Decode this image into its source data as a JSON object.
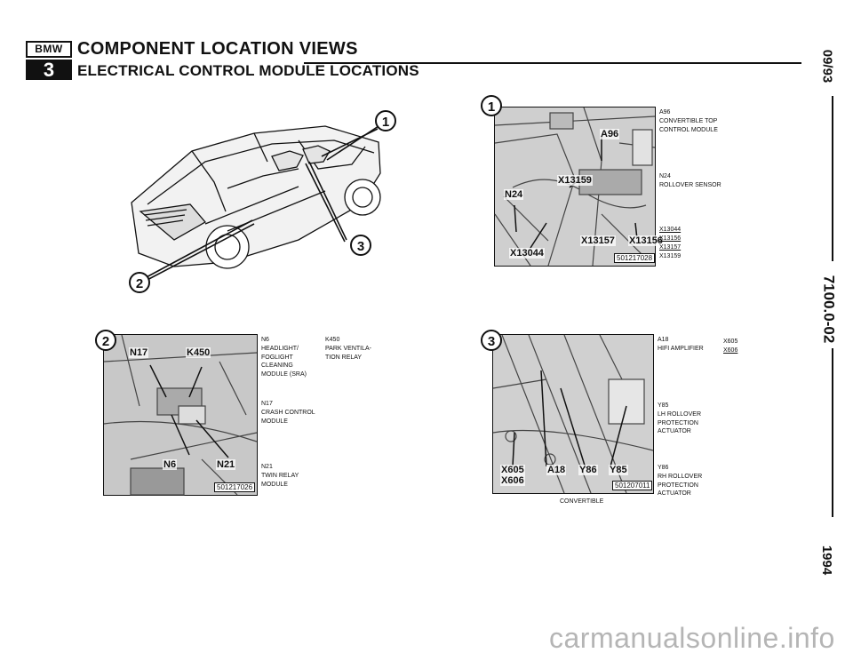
{
  "header": {
    "logo_top": "BMW",
    "logo_bottom": "3",
    "title": "COMPONENT LOCATION VIEWS",
    "subtitle": "ELECTRICAL CONTROL MODULE LOCATIONS"
  },
  "side": {
    "date": "09/93",
    "section": "7100.0-02",
    "year": "1994"
  },
  "car_view": {
    "callouts": [
      "1",
      "2",
      "3"
    ]
  },
  "panel1": {
    "callout": "1",
    "labels": [
      "A96",
      "X13159",
      "N24",
      "X13157",
      "X13156",
      "X13044"
    ],
    "ref": "501217028",
    "legend": {
      "a96_code": "A96",
      "a96_desc": "CONVERTIBLE TOP\nCONTROL MODULE",
      "n24_code": "N24",
      "n24_desc": "ROLLOVER SENSOR",
      "connectors": [
        "X13044",
        "X13156",
        "X13157",
        "X13159"
      ]
    }
  },
  "panel2": {
    "callout": "2",
    "labels": [
      "N17",
      "K450",
      "N6",
      "N21"
    ],
    "ref": "501217026",
    "legend": {
      "n6_code": "N6",
      "n6_desc": "HEADLIGHT/\nFOGLIGHT\nCLEANING\nMODULE (SRA)",
      "n17_code": "N17",
      "n17_desc": "CRASH CONTROL\nMODULE",
      "n21_code": "N21",
      "n21_desc": "TWIN RELAY\nMODULE",
      "k450_code": "K450",
      "k450_desc": "PARK VENTILA-\nTION RELAY"
    }
  },
  "panel3": {
    "callout": "3",
    "labels": [
      "X605",
      "X606",
      "A18",
      "Y86",
      "Y85"
    ],
    "ref": "501207011",
    "caption": "CONVERTIBLE",
    "legend": {
      "a18_code": "A18",
      "a18_desc": "HIFI AMPLIFIER",
      "x605": "X605",
      "x606": "X606",
      "y85_code": "Y85",
      "y85_desc": "LH ROLLOVER\nPROTECTION\nACTUATOR",
      "y86_code": "Y86",
      "y86_desc": "RH ROLLOVER\nPROTECTION\nACTUATOR"
    }
  },
  "footer": {
    "watermark": "carmanualsonline.info"
  }
}
